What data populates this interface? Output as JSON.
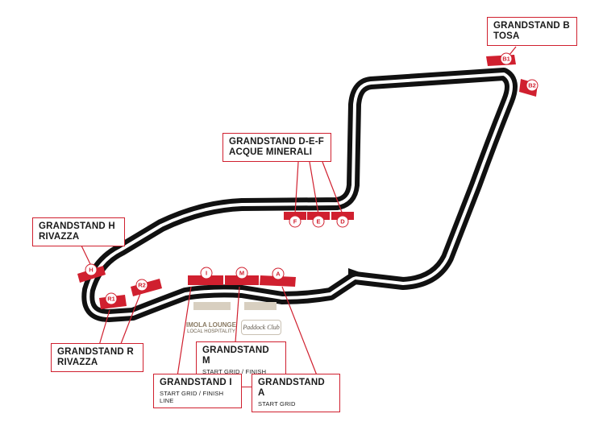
{
  "labels": {
    "b": {
      "title": "GRANDSTAND B",
      "title2": "TOSA"
    },
    "def": {
      "title": "GRANDSTAND D-E-F",
      "title2": "ACQUE MINERALI"
    },
    "h": {
      "title": "GRANDSTAND H",
      "title2": "RIVAZZA"
    },
    "r": {
      "title": "GRANDSTAND R",
      "title2": "RIVAZZA"
    },
    "m": {
      "title": "GRANDSTAND M",
      "sub": "START GRID / FINISH LINE"
    },
    "i": {
      "title": "GRANDSTAND I",
      "sub": "START GRID / FINISH LINE"
    },
    "a": {
      "title": "GRANDSTAND A",
      "sub": "START GRID"
    }
  },
  "stands": {
    "b1": "B1",
    "b2": "B2",
    "f": "F",
    "e": "E",
    "d": "D",
    "h": "H",
    "r1": "R1",
    "r2": "R2",
    "i": "I",
    "m": "M",
    "a": "A"
  },
  "hospitality": {
    "lounge_title": "IMOLA LOUNGE",
    "lounge_sub": "LOCAL HOSPITALITY",
    "paddock": "Paddock Club"
  },
  "colors": {
    "accent": "#d0202f",
    "track": "#111111",
    "hospitality": "#d8cfc0"
  }
}
